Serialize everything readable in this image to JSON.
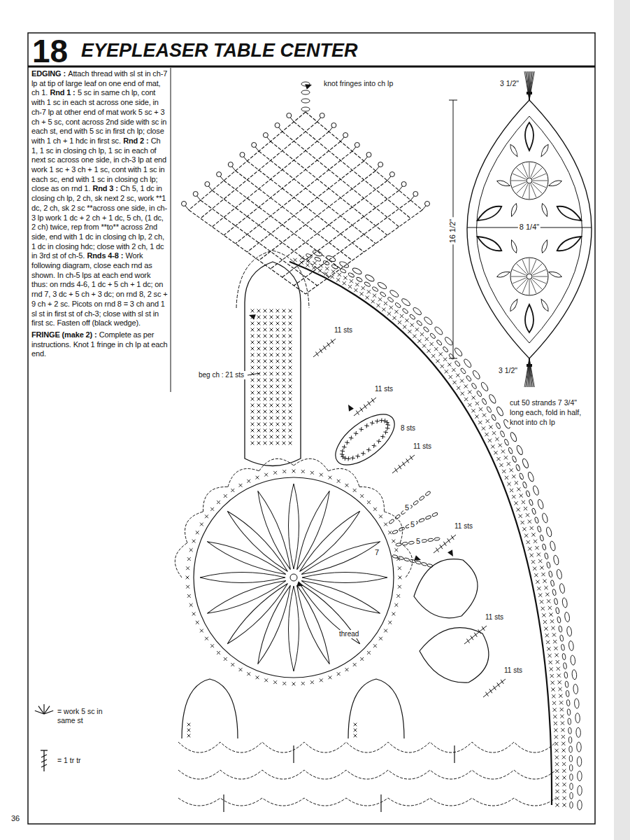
{
  "diagram": {
    "title": "EYEPLEASER TABLE CENTER",
    "labels": [
      "18",
      "EDGING :",
      "Attach thread with sl st in ch-7 lp at tip of large leaf on one end of mat, ch 1.",
      "Rnd 1 :",
      "5 sc in same ch lp, cont with 1 sc in each st across one side, in ch-7 lp at other end of mat work 5 sc + 3 ch + 5 sc, cont across 2nd side with sc in each st, end with 5 sc in first ch lp; close with 1 ch + 1 hdc in first sc.",
      "Rnd 2 :",
      "Ch 1, 1 sc in closing ch lp, 1 sc in each of next sc across one side, in ch-3 lp at end work 1 sc + 3 ch + 1 sc, cont with 1 sc in each sc, end with 1 sc in closing ch lp; close as on rnd 1.",
      "Rnd 3 :",
      "Ch 5, 1 dc in closing ch lp, 2 ch, sk next 2 sc, work **1 dc, 2 ch, sk 2 sc **across one side, in ch-3 lp work 1 dc + 2 ch + 1 dc, 5 ch, (1 dc, 2 ch) twice, rep from **to** across 2nd side, end with 1 dc in closing ch lp, 2 ch, 1 dc in closing hdc; close with 2 ch, 1 dc in 3rd st of ch-5.",
      "Rnds 4-8 :",
      "Work following diagram, close each rnd as shown. In ch-5 lps at each end work thus: on rnds 4-6, 1 dc + 5 ch + 1 dc; on rnd 7, 3 dc + 5 ch + 3 dc; on rnd 8, 2 sc + 9 ch + 2 sc. Picots on rnd 8 = 3 ch and 1 sl st in first st of ch-3; close with sl st in first sc. Fasten off (black wedge).",
      "FRINGE (make 2) :",
      "Complete as per instructions. Knot 1 fringe in ch lp at each end.",
      "knot fringes into ch lp",
      "3 1/2\"",
      "16 1/2\"",
      "8 1/4\"",
      "3 1/2\"",
      "cut 50 strands 7 3/4\" long each, fold in half, knot into ch lp",
      "beg ch : 21 sts",
      "11 sts",
      "11 sts",
      "11 sts",
      "11 sts",
      "11 sts",
      "11 sts",
      "8 sts",
      "5",
      "5",
      "5",
      "7",
      "thread",
      "36"
    ],
    "legend": [
      {
        "text": "= work 5 sc in same st"
      },
      {
        "text": "= 1 tr tr"
      }
    ]
  }
}
